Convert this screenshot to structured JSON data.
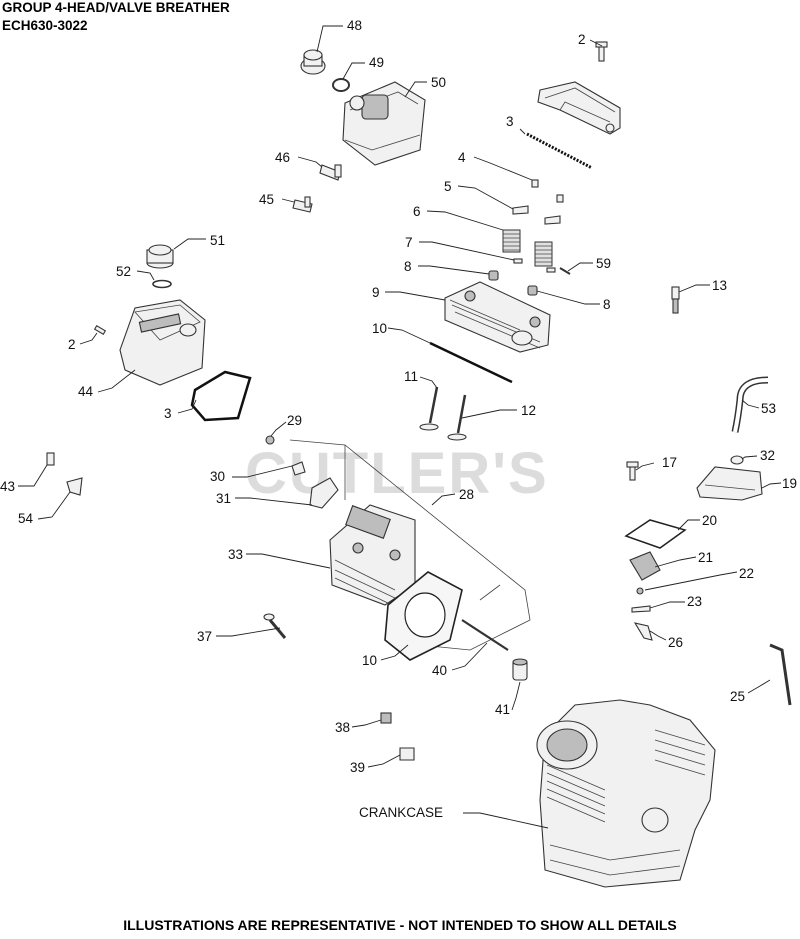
{
  "header": {
    "line1": "GROUP 4-HEAD/VALVE BREATHER",
    "line2": "ECH630-3022"
  },
  "watermark": "CUTLER'S",
  "footer": "ILLUSTRATIONS ARE REPRESENTATIVE - NOT INTENDED TO SHOW ALL DETAILS",
  "callouts": [
    {
      "id": "48",
      "text": "48"
    },
    {
      "id": "49",
      "text": "49"
    },
    {
      "id": "50",
      "text": "50"
    },
    {
      "id": "2a",
      "text": "2"
    },
    {
      "id": "3a",
      "text": "3"
    },
    {
      "id": "4",
      "text": "4"
    },
    {
      "id": "46",
      "text": "46"
    },
    {
      "id": "5",
      "text": "5"
    },
    {
      "id": "45",
      "text": "45"
    },
    {
      "id": "6",
      "text": "6"
    },
    {
      "id": "51",
      "text": "51"
    },
    {
      "id": "7",
      "text": "7"
    },
    {
      "id": "52",
      "text": "52"
    },
    {
      "id": "8a",
      "text": "8"
    },
    {
      "id": "59",
      "text": "59"
    },
    {
      "id": "9",
      "text": "9"
    },
    {
      "id": "8b",
      "text": "8"
    },
    {
      "id": "13",
      "text": "13"
    },
    {
      "id": "2b",
      "text": "2"
    },
    {
      "id": "10a",
      "text": "10"
    },
    {
      "id": "44",
      "text": "44"
    },
    {
      "id": "11",
      "text": "11"
    },
    {
      "id": "3b",
      "text": "3"
    },
    {
      "id": "12",
      "text": "12"
    },
    {
      "id": "53",
      "text": "53"
    },
    {
      "id": "29",
      "text": "29"
    },
    {
      "id": "17",
      "text": "17"
    },
    {
      "id": "32",
      "text": "32"
    },
    {
      "id": "43",
      "text": "43"
    },
    {
      "id": "30",
      "text": "30"
    },
    {
      "id": "19",
      "text": "19"
    },
    {
      "id": "31",
      "text": "31"
    },
    {
      "id": "28",
      "text": "28"
    },
    {
      "id": "54",
      "text": "54"
    },
    {
      "id": "20",
      "text": "20"
    },
    {
      "id": "33",
      "text": "33"
    },
    {
      "id": "21",
      "text": "21"
    },
    {
      "id": "22",
      "text": "22"
    },
    {
      "id": "23",
      "text": "23"
    },
    {
      "id": "37",
      "text": "37"
    },
    {
      "id": "26",
      "text": "26"
    },
    {
      "id": "10b",
      "text": "10"
    },
    {
      "id": "40",
      "text": "40"
    },
    {
      "id": "25",
      "text": "25"
    },
    {
      "id": "41",
      "text": "41"
    },
    {
      "id": "38",
      "text": "38"
    },
    {
      "id": "39",
      "text": "39"
    },
    {
      "id": "crankcase",
      "text": "CRANKCASE"
    }
  ]
}
